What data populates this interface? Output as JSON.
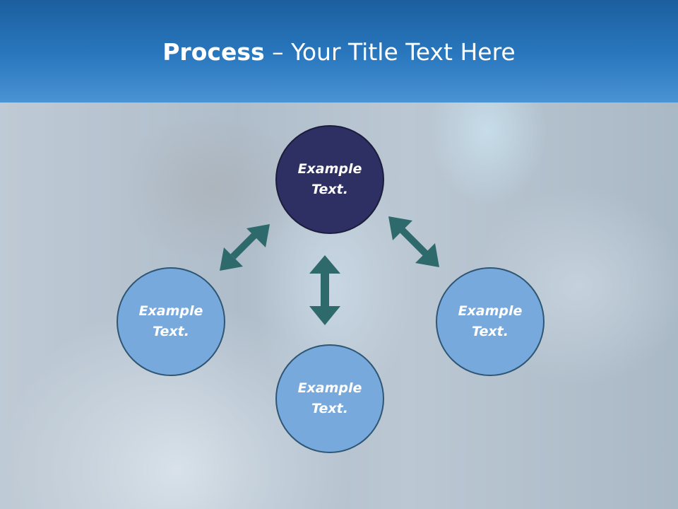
{
  "slide": {
    "title_bold": "Process",
    "title_rest": " – Your Title Text Here",
    "background_image": "scientist-dna-photo"
  },
  "nodes": {
    "top": {
      "text": "Example\nText."
    },
    "left": {
      "text": "Example\nText."
    },
    "right": {
      "text": "Example\nText."
    },
    "bottom": {
      "text": "Example\nText."
    }
  },
  "colors": {
    "header": "#2a78bf",
    "node_dark": "#2e2f63",
    "node_light": "#78a9dd",
    "arrow": "#2e6a6b"
  },
  "icons": {
    "arrow_left": "double-arrow-icon",
    "arrow_right": "double-arrow-icon",
    "arrow_center": "double-arrow-icon"
  }
}
